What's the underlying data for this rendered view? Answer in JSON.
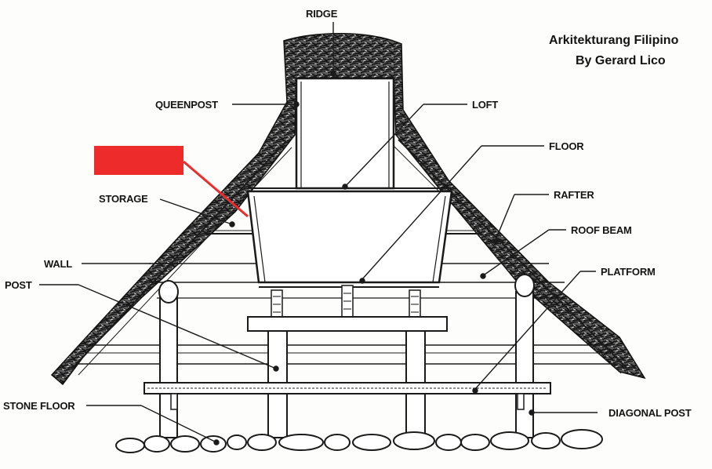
{
  "credit": {
    "line1": "Arkitekturang Filipino",
    "line2": "By Gerard Lico"
  },
  "labels": {
    "ridge": "RIDGE",
    "queenpost": "QUEENPOST",
    "loft": "LOFT",
    "floor": "FLOOR",
    "storage": "STORAGE",
    "rafter": "RAFTER",
    "roof_beam": "ROOF BEAM",
    "wall": "WALL",
    "platform": "PLATFORM",
    "post": "POST",
    "stone_floor": "STONE FLOOR",
    "diagonal_post": "DIAGONAL POST"
  },
  "redaction": {
    "color": "#ee2b2b"
  }
}
